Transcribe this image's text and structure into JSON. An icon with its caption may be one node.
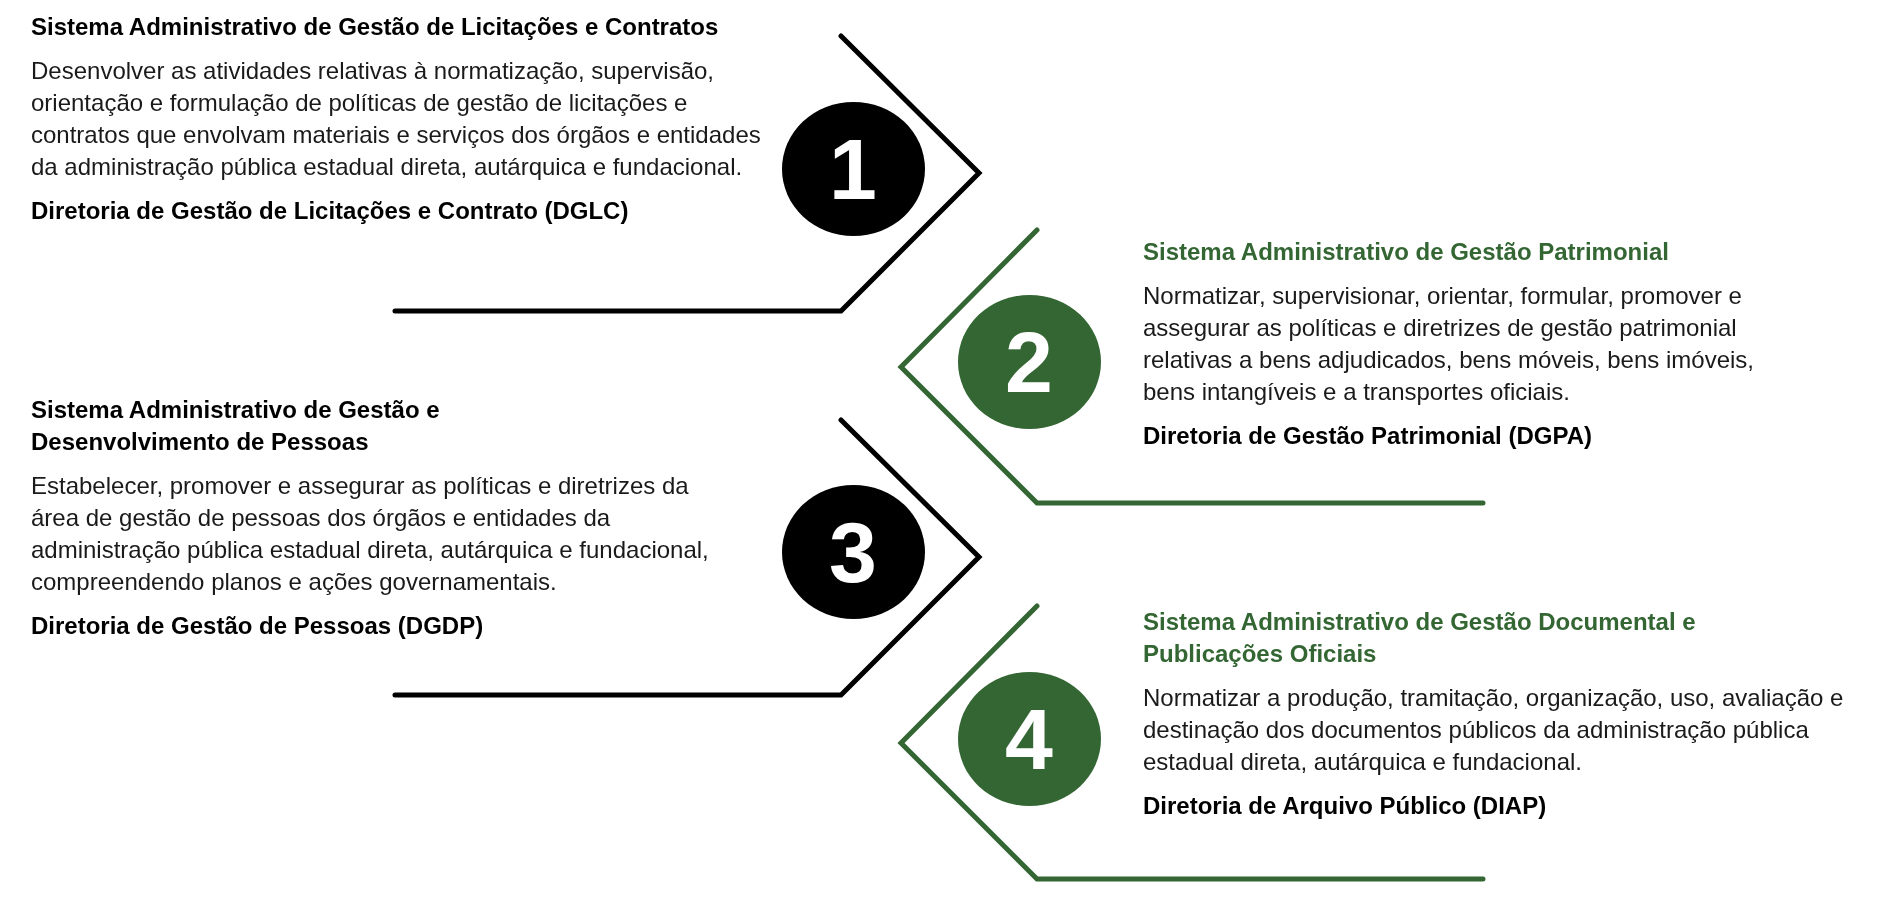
{
  "diagram": {
    "nodes": [
      {
        "text": [
          "1"
        ],
        "beside": [
          "Sistema Administrativo de Gestão de Licitações e Contratos",
          "Desenvolver as atividades relativas à normatização, supervisão, orientação e formulação de políticas de gestão de licitações e contratos que envolvam materiais e serviços dos órgãos e entidades da administração pública estadual direta, autárquica e fundacional.",
          "Diretoria de Gestão de Licitações e Contrato (DGLC)"
        ]
      },
      {
        "text": [
          "2"
        ],
        "beside": [
          "Sistema Administrativo de Gestão Patrimonial",
          "Normatizar, supervisionar, orientar, formular, promover e assegurar as políticas e diretrizes de gestão patrimonial relativas a bens adjudicados, bens móveis, bens imóveis, bens intangíveis e a transportes oficiais.",
          "Diretoria de Gestão Patrimonial (DGPA)"
        ]
      },
      {
        "text": [
          "3"
        ],
        "beside": [
          "Sistema Administrativo de Gestão e Desenvolvimento de Pessoas",
          "Estabelecer, promover e assegurar as políticas e diretrizes da área de gestão de pessoas dos órgãos e entidades da administração pública estadual direta, autárquica e fundacional, compreendendo planos e ações governamentais.",
          "Diretoria de Gestão de Pessoas (DGDP)"
        ]
      },
      {
        "text": [
          "4"
        ],
        "beside": [
          "Sistema Administrativo de Gestão Documental e Publicações Oficiais",
          "Normatizar a produção, tramitação, organização, uso, avaliação e destinação dos documentos públicos da administração pública estadual direta, autárquica e fundacional.",
          "Diretoria de Arquivo Público (DIAP)"
        ]
      }
    ]
  }
}
